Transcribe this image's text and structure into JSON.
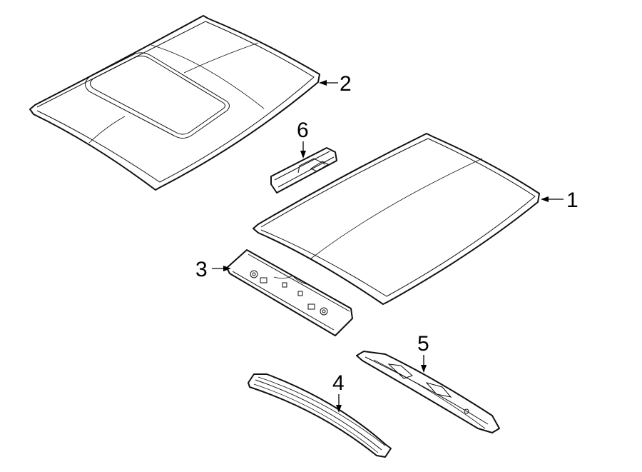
{
  "callouts": {
    "part1": "1",
    "part2": "2",
    "part3": "3",
    "part4": "4",
    "part5": "5",
    "part6": "6"
  },
  "colors": {
    "line": "#111111",
    "background": "#ffffff"
  }
}
